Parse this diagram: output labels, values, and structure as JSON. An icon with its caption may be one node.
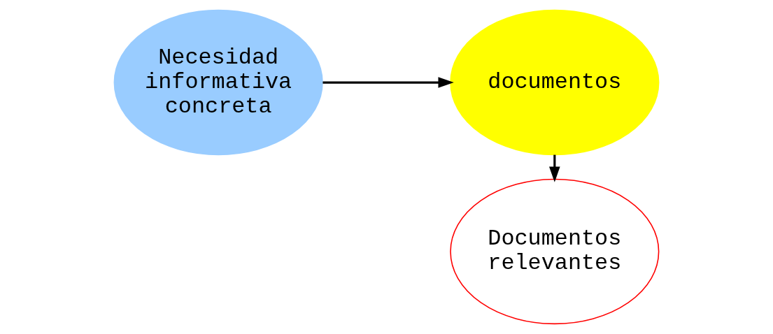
{
  "diagram": {
    "nodes": [
      {
        "text": [
          "documentos"
        ]
      },
      {
        "text": [
          "Necesidad informativa concreta"
        ]
      },
      {
        "text": [
          "Documentos relevantes"
        ]
      }
    ],
    "edges": [
      {
        "from": 1,
        "to": 0,
        "arrow": "to"
      },
      {
        "from": 0,
        "to": 2,
        "arrow": "to"
      }
    ]
  }
}
